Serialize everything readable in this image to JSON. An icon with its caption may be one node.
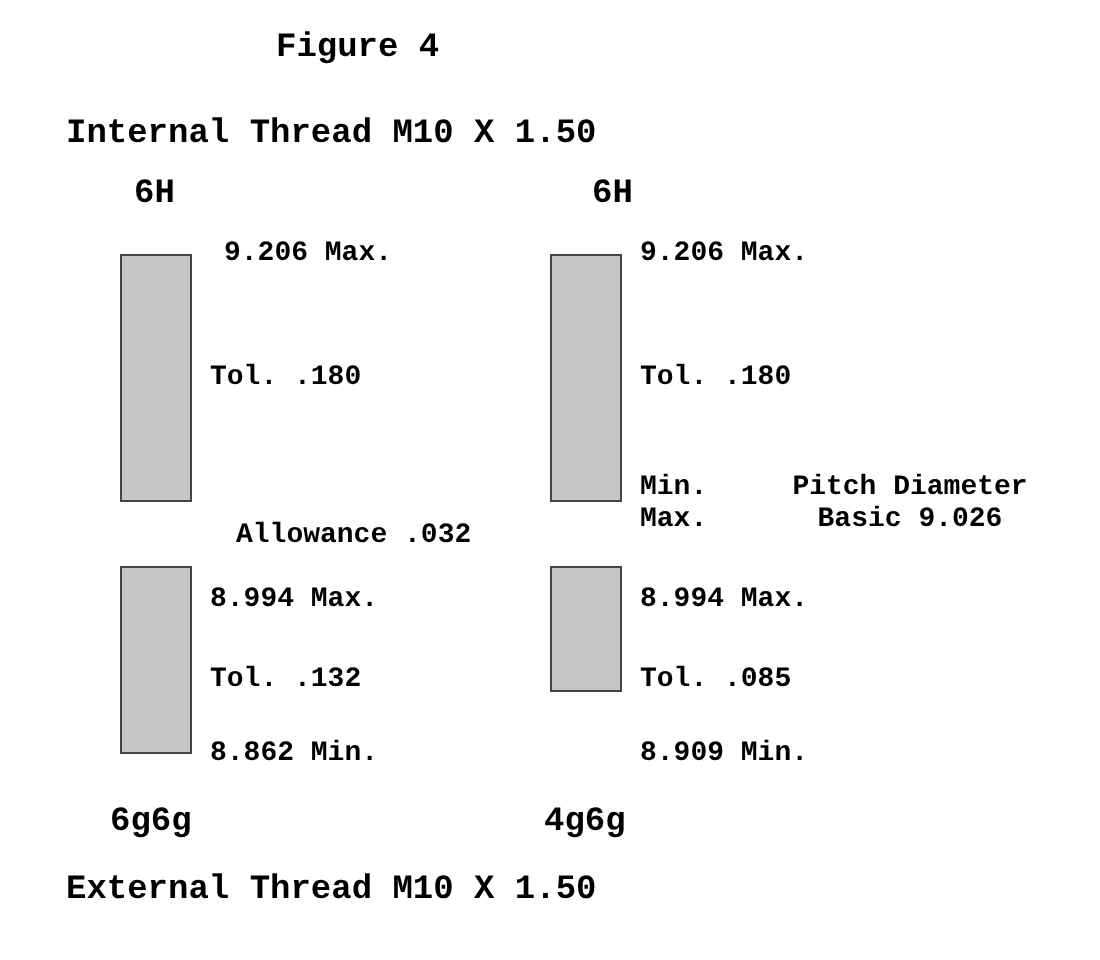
{
  "diagram": {
    "title": "Figure 4",
    "nodes": [
      {
        "text": [],
        "shape": "bar",
        "beside": [
          "9.206 Max.",
          "Tol. .180"
        ]
      },
      {
        "text": [],
        "shape": "bar",
        "beside": [
          "9.206 Max.",
          "Tol. .180",
          "Min."
        ]
      },
      {
        "text": [],
        "shape": "bar",
        "beside": [
          "8.994 Max.",
          "Tol. .132",
          "8.862 Min."
        ]
      },
      {
        "text": [],
        "shape": "bar",
        "beside": [
          "8.994 Max.",
          "Tol. .085",
          "8.909 Min."
        ]
      }
    ],
    "labels": [
      "Internal Thread M10 X 1.50",
      "6H",
      "6H",
      "Pitch Diameter Basic 9.026",
      "Max.",
      "Allowance .032",
      "6g6g",
      "4g6g",
      "External Thread M10 X 1.50"
    ]
  }
}
